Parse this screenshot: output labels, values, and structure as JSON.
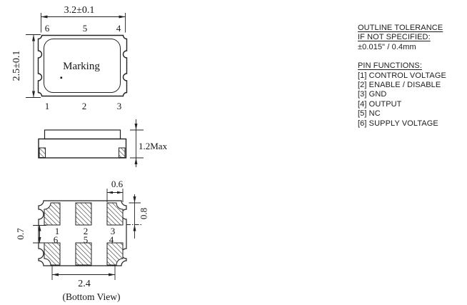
{
  "drawing": {
    "top_view": {
      "width_dim": "3.2±0.1",
      "height_dim": "2.5±0.1",
      "marking_label": "Marking",
      "top_pins": [
        "6",
        "5",
        "4"
      ],
      "bottom_pins": [
        "1",
        "2",
        "3"
      ]
    },
    "side_view": {
      "height_dim": "1.2Max"
    },
    "bottom_view": {
      "pad_width_dim": "0.6",
      "pad_height_dim": "0.8",
      "pad_gap_dim": "0.7",
      "pad_span_dim": "2.4",
      "caption": "(Bottom View)",
      "row1_pins": [
        "1",
        "2",
        "3"
      ],
      "row2_pins": [
        "6",
        "5",
        "4"
      ]
    }
  },
  "notes": {
    "tolerance_title_line1": "OUTLINE TOLERANCE",
    "tolerance_title_line2": "IF NOT SPECIFIED:",
    "tolerance_value": "±0.015\" / 0.4mm",
    "pin_functions_title": "PIN FUNCTIONS:",
    "pin_functions": [
      "[1] CONTROL VOLTAGE",
      "[2] ENABLE / DISABLE",
      "[3] GND",
      "[4] OUTPUT",
      "[5] NC",
      "[6] SUPPLY VOLTAGE"
    ]
  },
  "colors": {
    "line": "#222222",
    "text": "#161616",
    "background": "#ffffff"
  }
}
